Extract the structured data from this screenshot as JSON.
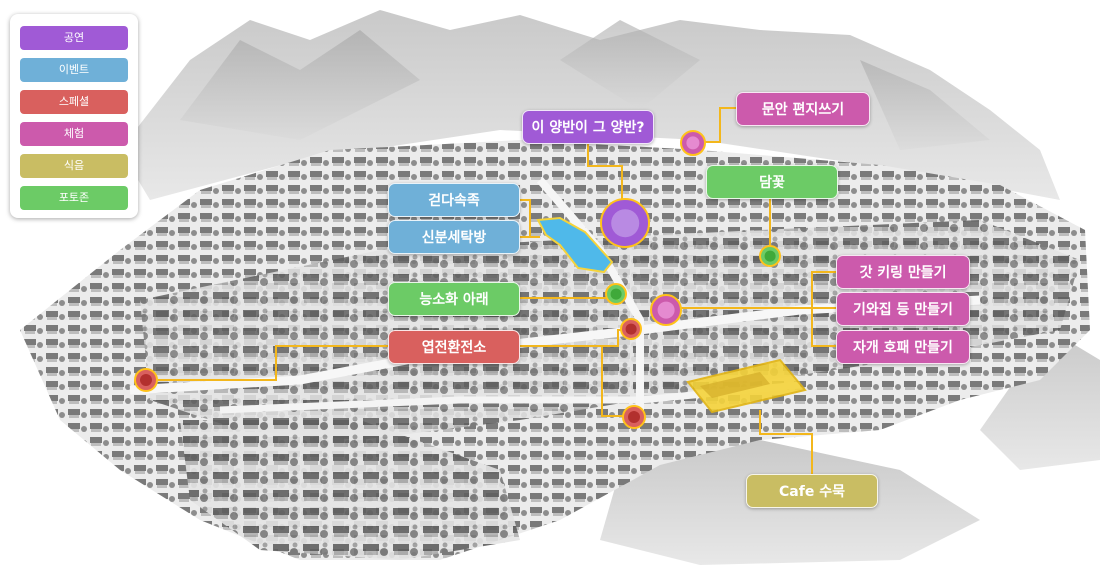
{
  "colors": {
    "performance": "#a05ad6",
    "event": "#6fb0d8",
    "special": "#d9605e",
    "experience": "#cc5aac",
    "food": "#c9bd63",
    "photo_zone": "#6ccb66",
    "connector": "#f3b71c",
    "highlight_fill": "#f5d33a",
    "pond_fill": "#4fb9ea"
  },
  "legend": {
    "items": [
      {
        "label": "공연",
        "color": "#a05ad6"
      },
      {
        "label": "이벤트",
        "color": "#6fb0d8"
      },
      {
        "label": "스페셜",
        "color": "#d9605e"
      },
      {
        "label": "체험",
        "color": "#cc5aac"
      },
      {
        "label": "식음",
        "color": "#c9bd63"
      },
      {
        "label": "포토존",
        "color": "#6ccb66"
      }
    ]
  },
  "labels": {
    "i_yangban": "이 양반이 그 양반?",
    "munan_letter": "문안 편지쓰기",
    "damkkot": "담꽃",
    "geoldasokjok": "걷다속족",
    "sinbun_laundry": "신분세탁방",
    "neungsohwa": "능소화 아래",
    "yeopjeon_exchange": "엽전환전소",
    "gat_keyring": "갓 키링 만들기",
    "giwa_lamp": "기와집 등 만들기",
    "jagae_nameplate": "자개 호패 만들기",
    "cafe_sumok": "Cafe 수묵"
  },
  "pins": [
    {
      "name": "pin-munan",
      "type": "experience"
    },
    {
      "name": "pin-performance-plaza",
      "type": "performance"
    },
    {
      "name": "pin-damkkot",
      "type": "photo_zone"
    },
    {
      "name": "pin-neungsohwa",
      "type": "photo_zone"
    },
    {
      "name": "pin-experience-workshop",
      "type": "experience"
    },
    {
      "name": "pin-special-center",
      "type": "special"
    },
    {
      "name": "pin-special-west",
      "type": "special"
    },
    {
      "name": "pin-special-south",
      "type": "special"
    }
  ]
}
